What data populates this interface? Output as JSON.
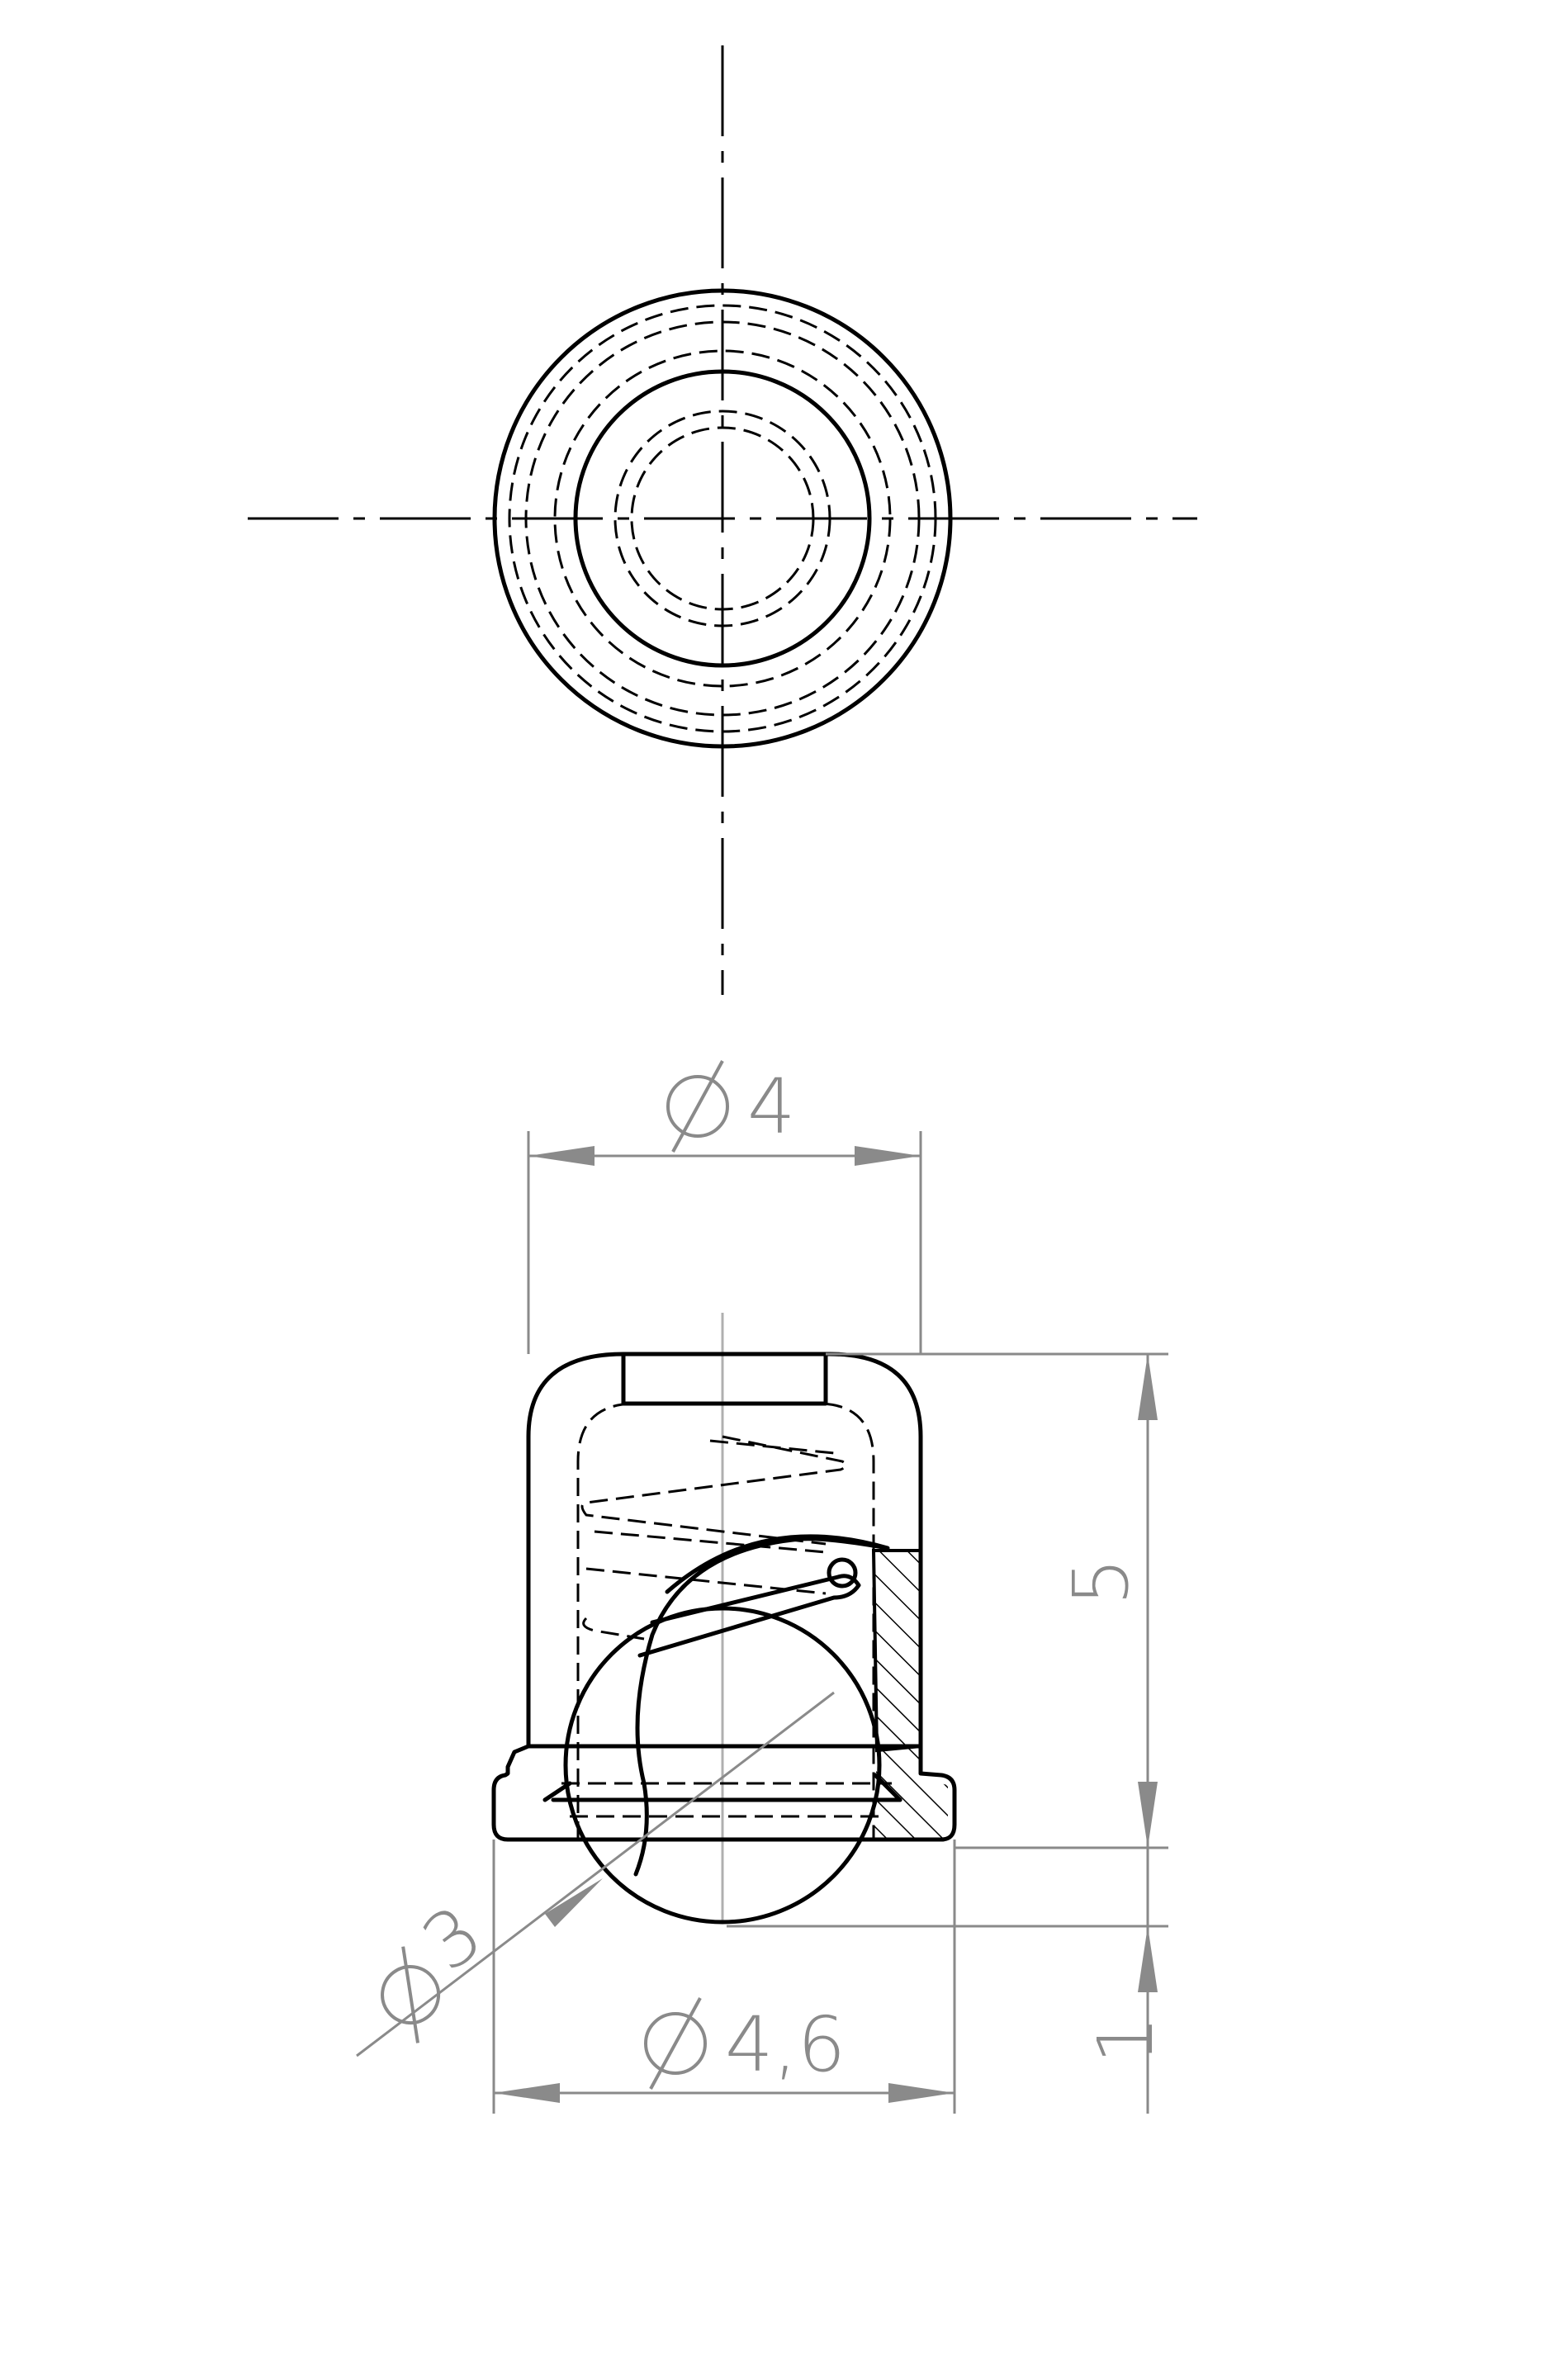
{
  "dimensions": {
    "top_diameter": {
      "symbol": "Ø",
      "value": "4"
    },
    "base_diameter": {
      "symbol": "Ø",
      "value": "4,6"
    },
    "ball_diameter": {
      "symbol": "Ø",
      "value": "3"
    },
    "body_height": {
      "value": "5"
    },
    "ball_protrusion": {
      "value": "1"
    }
  }
}
